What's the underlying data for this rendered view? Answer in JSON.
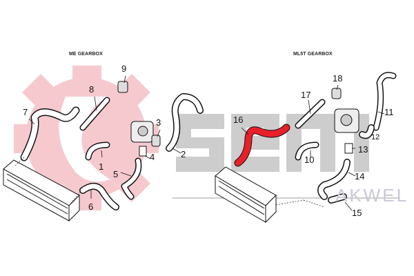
{
  "titles": {
    "left": "ME GEARBOX",
    "right": "ML5T GEARBOX"
  },
  "watermark": {
    "logo": "sem",
    "brand": "AKWEL"
  },
  "part_numbers": [
    "1",
    "2",
    "3",
    "4",
    "5",
    "6",
    "7",
    "8",
    "9",
    "10",
    "11",
    "12",
    "13",
    "14",
    "15",
    "16",
    "17",
    "18"
  ],
  "highlighted_part": "16",
  "colors": {
    "highlight": "#e8202a",
    "gear_watermark": "#f6c9cf",
    "logo_grey": "#c8c8c8"
  }
}
